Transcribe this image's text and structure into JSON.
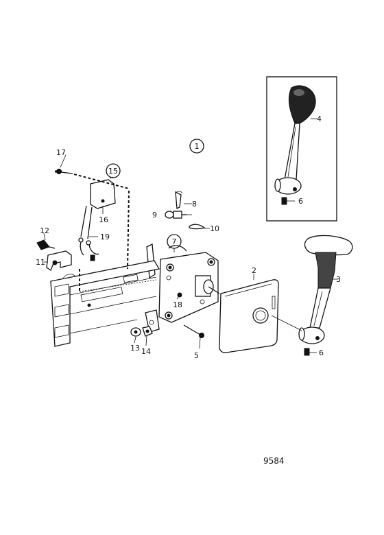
{
  "diagram": {
    "drawing_number": "9584",
    "group_label": "1",
    "part_labels": {
      "p2": "2",
      "p3": "3",
      "p4": "4",
      "p5": "5",
      "p6a": "6",
      "p6b": "6",
      "p7": "7",
      "p8": "8",
      "p9": "9",
      "p10": "10",
      "p11": "11",
      "p12": "12",
      "p13": "13",
      "p14": "14",
      "p15": "15",
      "p16": "16",
      "p17": "17",
      "p18": "18",
      "p19": "19"
    }
  }
}
